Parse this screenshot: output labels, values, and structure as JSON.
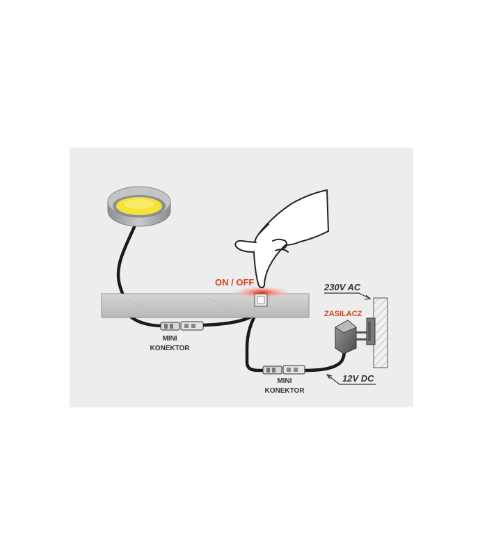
{
  "labels": {
    "on_off": "ON / OFF",
    "mini_konektor_1_line1": "MINI",
    "mini_konektor_1_line2": "KONEKTOR",
    "mini_konektor_2_line1": "MINI",
    "mini_konektor_2_line2": "KONEKTOR",
    "ac_voltage": "230V AC",
    "power_supply": "ZASILACZ",
    "dc_voltage": "12V DC"
  },
  "colors": {
    "panel_bg": "#ecedec",
    "shelf": "#c6c7c7",
    "cable": "#1a1a1a",
    "lamp_lens": "#f2e23a",
    "lamp_ring": "#a9aaac",
    "accent_red": "#d3421d",
    "glow": "#f4918a",
    "dark_label": "#333333"
  },
  "icons": [
    "hand-pointer-icon",
    "led-puck-lamp-icon",
    "power-adapter-icon",
    "wall-socket-icon",
    "mini-connector-icon"
  ]
}
